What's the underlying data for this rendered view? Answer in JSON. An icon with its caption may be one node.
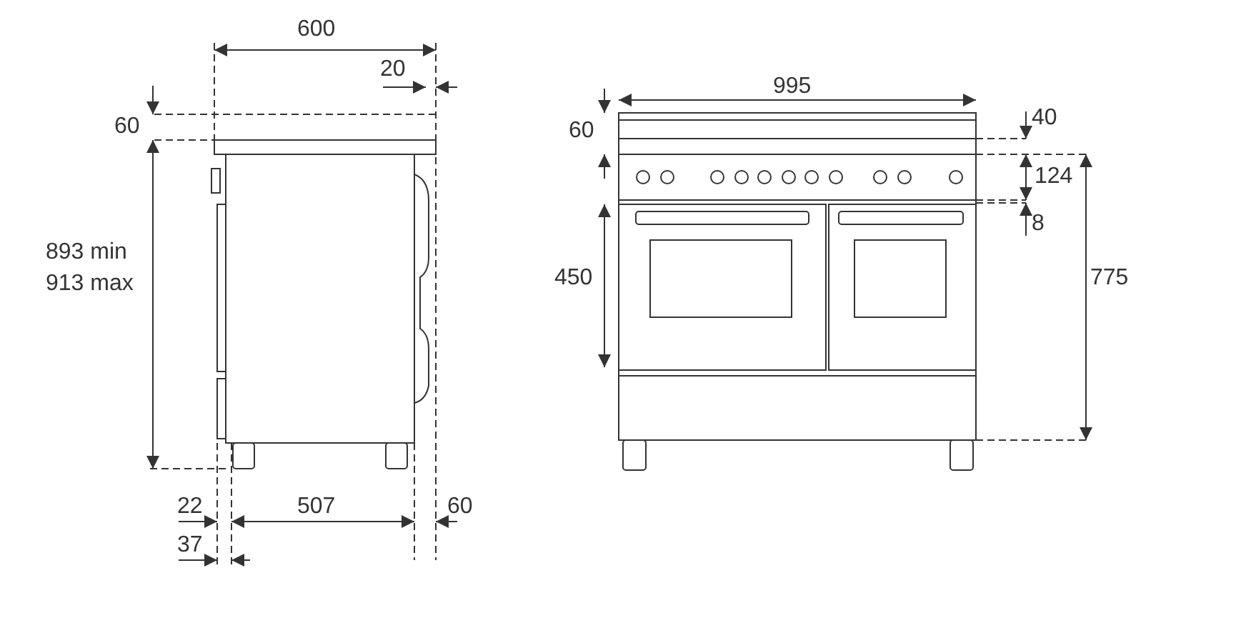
{
  "diagram": {
    "labels": [
      "600",
      "20",
      "60",
      "893 min",
      "913 max",
      "22",
      "507",
      "60",
      "37",
      "995",
      "60",
      "40",
      "124",
      "8",
      "450",
      "775"
    ]
  }
}
